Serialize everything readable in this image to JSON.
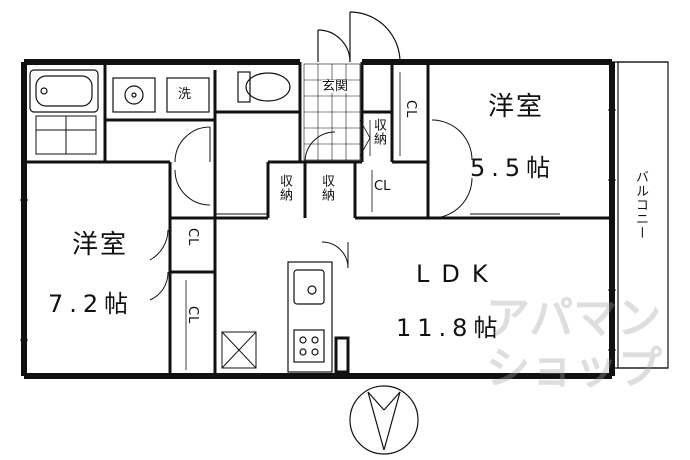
{
  "plan": {
    "rooms": {
      "western_room_a": {
        "name": "洋室",
        "size": "5.5帖"
      },
      "western_room_b": {
        "name": "洋室",
        "size": "7.2帖"
      },
      "ldk": {
        "name": "LDK",
        "size": "11.8帖"
      }
    },
    "labels": {
      "entrance": "玄関",
      "washer": "洗",
      "storage": "収納",
      "closet": "CL",
      "balcony": "バルコニー"
    },
    "watermark": {
      "line1": "アパマン",
      "line2": "ショップ"
    },
    "colors": {
      "wall": "#111111",
      "line": "#222222",
      "watermark": "#a0a0a0"
    }
  }
}
